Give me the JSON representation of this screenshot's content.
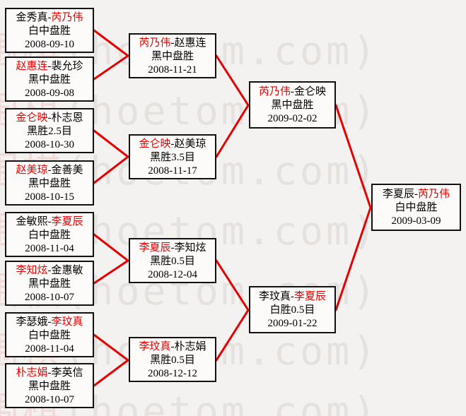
{
  "separator": "-",
  "watermark": {
    "cjk": "围棋",
    "latin": "(hoetom.com)"
  },
  "colors": {
    "accent_red": "#e60000",
    "box_border": "#111111",
    "background": "#f4f2f1"
  },
  "rounds": [
    {
      "matches": [
        {
          "p1": "金秀真",
          "p2": "芮乃伟",
          "p1c": "blk",
          "p2c": "red",
          "result": "白中盘胜",
          "date": "2008-09-10"
        },
        {
          "p1": "赵惠连",
          "p2": "裴允珍",
          "p1c": "red",
          "p2c": "blk",
          "result": "黑中盘胜",
          "date": "2008-09-08"
        },
        {
          "p1": "金仑映",
          "p2": "朴志恩",
          "p1c": "red",
          "p2c": "blk",
          "result": "黑胜2.5目",
          "date": "2008-10-30"
        },
        {
          "p1": "赵美琼",
          "p2": "金善美",
          "p1c": "red",
          "p2c": "blk",
          "result": "黑中盘胜",
          "date": "2008-10-15"
        },
        {
          "p1": "金敏熙",
          "p2": "李夏辰",
          "p1c": "blk",
          "p2c": "red",
          "result": "白中盘胜",
          "date": "2008-11-04"
        },
        {
          "p1": "李知炫",
          "p2": "金惠敏",
          "p1c": "red",
          "p2c": "blk",
          "result": "黑中盘胜",
          "date": "2008-10-07"
        },
        {
          "p1": "李瑟娥",
          "p2": "李玟真",
          "p1c": "blk",
          "p2c": "red",
          "result": "白中盘胜",
          "date": "2008-11-04"
        },
        {
          "p1": "朴志娟",
          "p2": "李英信",
          "p1c": "red",
          "p2c": "blk",
          "result": "黑中盘胜",
          "date": "2008-10-07"
        }
      ]
    },
    {
      "matches": [
        {
          "p1": "芮乃伟",
          "p2": "赵惠连",
          "p1c": "red",
          "p2c": "blk",
          "result": "黑中盘胜",
          "date": "2008-11-21"
        },
        {
          "p1": "金仑映",
          "p2": "赵美琼",
          "p1c": "red",
          "p2c": "blk",
          "result": "黑胜3.5目",
          "date": "2008-11-17"
        },
        {
          "p1": "李夏辰",
          "p2": "李知炫",
          "p1c": "red",
          "p2c": "blk",
          "result": "黑胜0.5目",
          "date": "2008-12-04"
        },
        {
          "p1": "李玟真",
          "p2": "朴志娟",
          "p1c": "red",
          "p2c": "blk",
          "result": "黑胜0.5目",
          "date": "2008-12-12"
        }
      ]
    },
    {
      "matches": [
        {
          "p1": "芮乃伟",
          "p2": "金仑映",
          "p1c": "red",
          "p2c": "blk",
          "result": "黑中盘胜",
          "date": "2009-02-02"
        },
        {
          "p1": "李玟真",
          "p2": "李夏辰",
          "p1c": "blk",
          "p2c": "red",
          "result": "白胜0.5目",
          "date": "2009-01-22"
        }
      ]
    },
    {
      "matches": [
        {
          "p1": "李夏辰",
          "p2": "芮乃伟",
          "p1c": "blk",
          "p2c": "red",
          "result": "白中盘胜",
          "date": "2009-03-09"
        }
      ]
    }
  ]
}
